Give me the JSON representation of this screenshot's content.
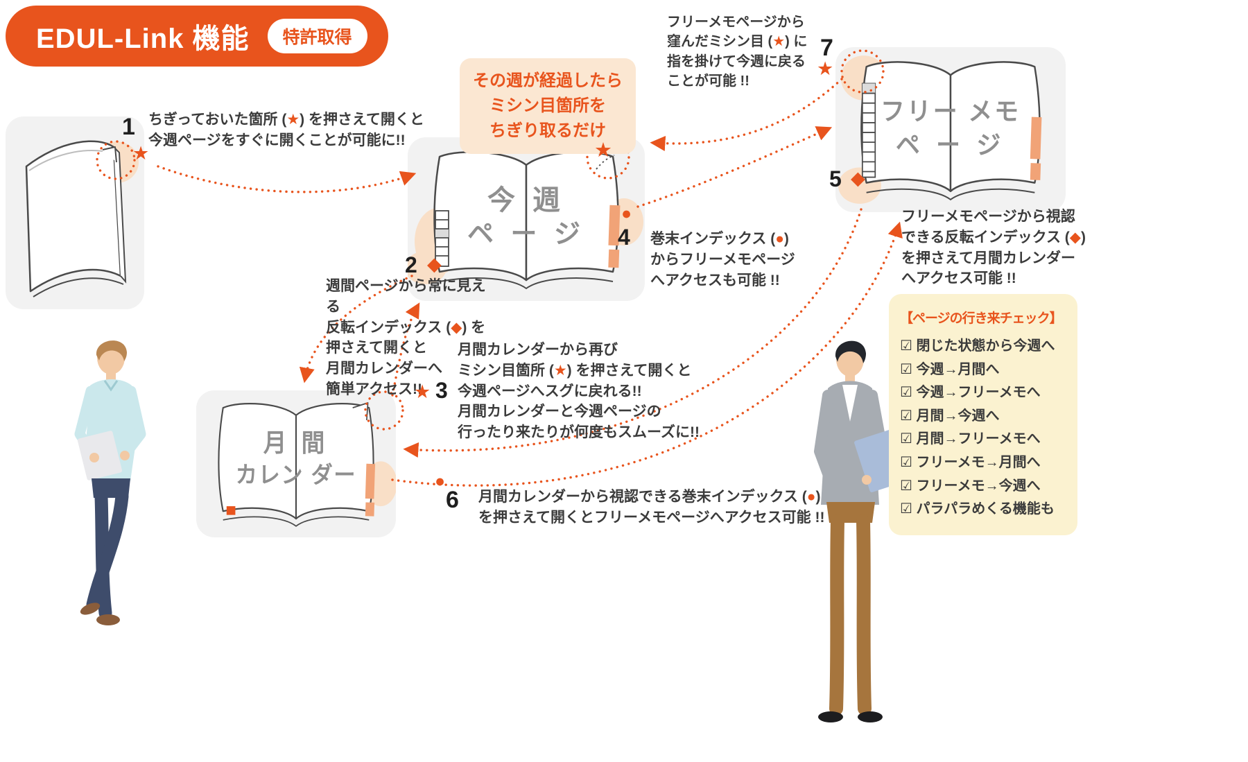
{
  "header": {
    "title": "EDUL-Link 機能",
    "badge": "特許取得"
  },
  "callout": {
    "text": "その週が経過したら\nミシン目箇所を\nちぎり取るだけ"
  },
  "colors": {
    "accent": "#E8541D",
    "peach": "#FBE7D2",
    "cream": "#FBF2D0",
    "tab": "#F1A377"
  },
  "books": {
    "weekly": {
      "line1": "今 週",
      "line2": "ペ ー ジ"
    },
    "monthly": {
      "line1": "月 間",
      "line2": "カレン ダー"
    },
    "memo": {
      "line1": "フリー メモ",
      "line2": "ペ ー ジ"
    }
  },
  "steps": {
    "s1": {
      "num": "1",
      "symbol": "★",
      "text": "ちぎっておいた箇所 (★) を押さえて開くと\n今週ページをすぐに開くことが可能に!!"
    },
    "s2": {
      "num": "2",
      "symbol": "◆",
      "text": "週間ページから常に見える\n反転インデックス (◆) を\n押さえて開くと\n月間カレンダーへ\n簡単アクセス!!"
    },
    "s3": {
      "num": "3",
      "symbol": "★",
      "text": "月間カレンダーから再び\nミシン目箇所 (★) を押さえて開くと\n今週ページへスグに戻れる!!\n月間カレンダーと今週ページの\n行ったり来たりが何度もスムーズに!!"
    },
    "s4": {
      "num": "4",
      "symbol": "●",
      "text": "巻末インデックス (●)\nからフリーメモページ\nへアクセスも可能 !!"
    },
    "s5": {
      "num": "5",
      "symbol": "◆",
      "text": "フリーメモページから視認\nできる反転インデックス (◆)\nを押さえて月間カレンダー\nへアクセス可能 !!"
    },
    "s6": {
      "num": "6",
      "symbol": "●",
      "text": "月間カレンダーから視認できる巻末インデックス (●)\nを押さえて開くとフリーメモページへアクセス可能 !!"
    },
    "s7": {
      "num": "7",
      "symbol": "★",
      "text": "フリーメモページから\n窪んだミシン目 (★) に\n指を掛けて今週に戻る\nことが可能 !!"
    }
  },
  "corner_star": "★",
  "checklist": {
    "title": "【ページの行き来チェック】",
    "items": [
      "☑ 閉じた状態から今週へ",
      "☑ 今週→月間へ",
      "☑ 今週→フリーメモへ",
      "☑ 月間→今週へ",
      "☑ 月間→フリーメモへ",
      "☑ フリーメモ→月間へ",
      "☑ フリーメモ→今週へ",
      "☑ パラパラめくる機能も"
    ]
  }
}
